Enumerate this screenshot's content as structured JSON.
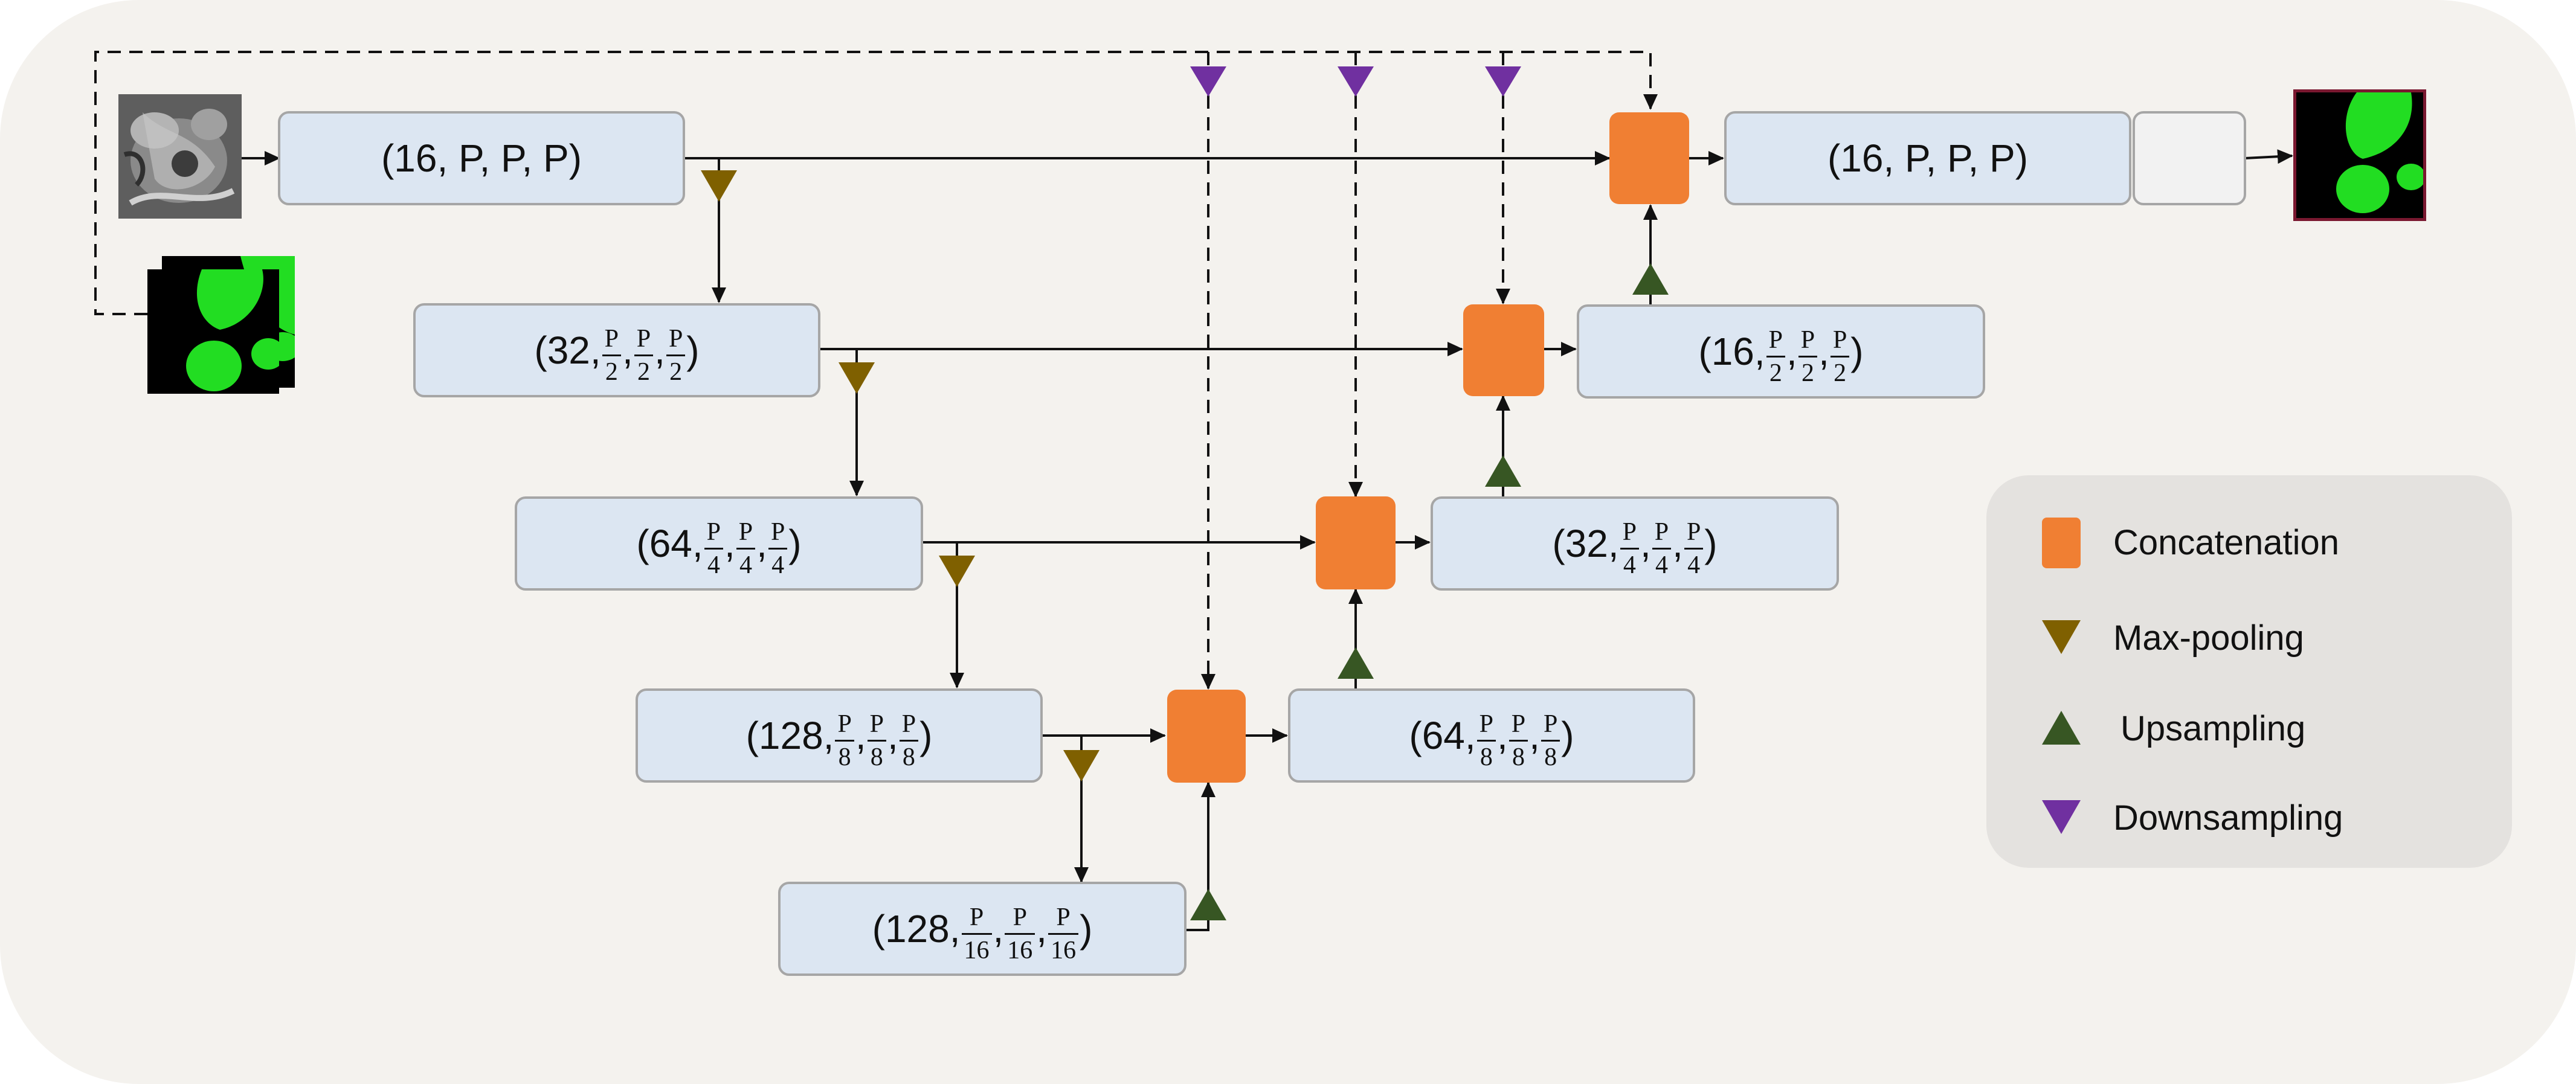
{
  "colors": {
    "background": "#f4f2ee",
    "block_fill": "#dce6f2",
    "block_border": "#a6a6a6",
    "concatenation": "#f07f33",
    "max_pooling": "#7f6000",
    "upsampling": "#375623",
    "downsampling": "#7030a0",
    "mask_green": "#22dd22",
    "output_frame": "#7a1830"
  },
  "blocks": {
    "enc1": {
      "prefix": "(16, P, P, P)"
    },
    "enc2": {
      "prefix": "(32,",
      "num": "P",
      "den": "2"
    },
    "enc3": {
      "prefix": "(64,",
      "num": "P",
      "den": "4"
    },
    "enc4": {
      "prefix": "(128,",
      "num": "P",
      "den": "8"
    },
    "bottleneck": {
      "prefix": "(128,",
      "num": "P",
      "den": "16"
    },
    "dec4": {
      "prefix": "(64,",
      "num": "P",
      "den": "8"
    },
    "dec3": {
      "prefix": "(32,",
      "num": "P",
      "den": "4"
    },
    "dec2": {
      "prefix": "(16,",
      "num": "P",
      "den": "2"
    },
    "dec1": {
      "prefix": "(16, P, P, P)"
    }
  },
  "legend": {
    "concatenation": "Concatenation",
    "max_pooling": "Max-pooling",
    "upsampling": "Upsampling",
    "downsampling": "Downsampling"
  }
}
